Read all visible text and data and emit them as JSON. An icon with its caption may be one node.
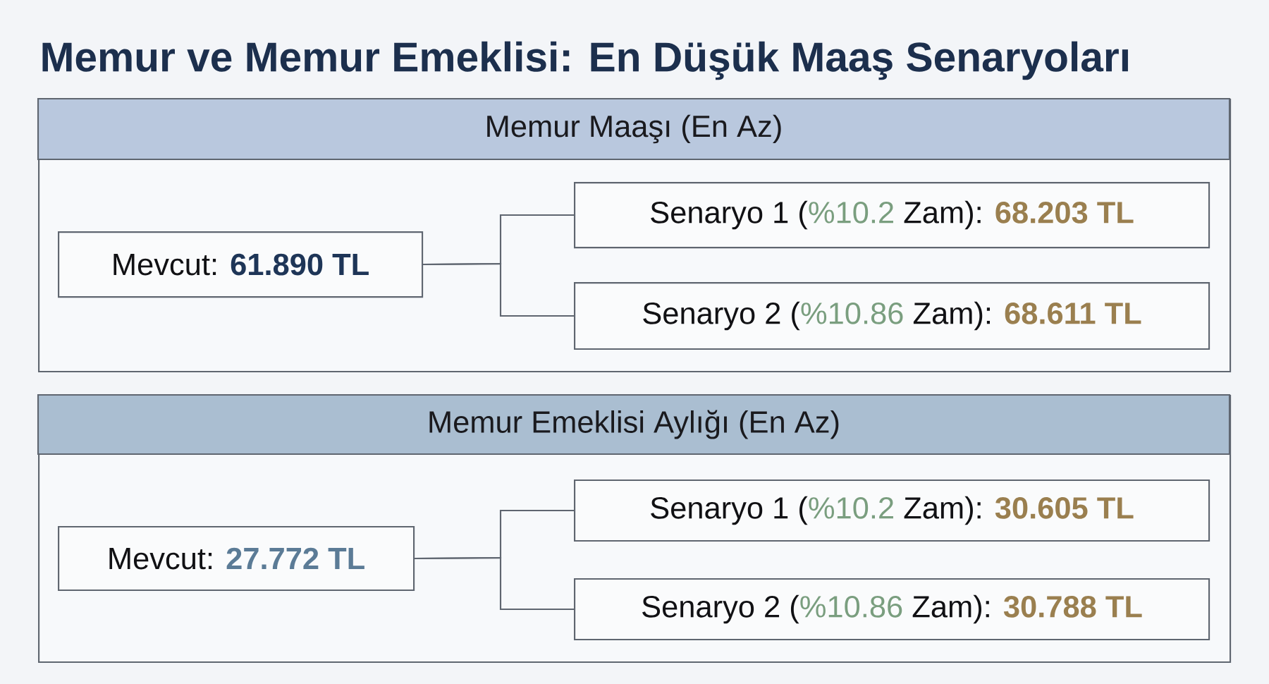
{
  "diagram": {
    "title": "Memur ve Memur Emeklisi: En Düşük Maaş Senaryoları",
    "nodes": [
      {
        "text": [
          "Memur Maaşı (En Az)"
        ]
      },
      {
        "text": [
          "Mevcut: **61.890 TL**"
        ],
        "in": 0
      },
      {
        "text": [
          "Senaryo 1 (%10.2 Zam): **68.203 TL**"
        ],
        "in": 0
      },
      {
        "text": [
          "Senaryo 2 (%10.86 Zam): **68.611 TL**"
        ],
        "in": 0
      },
      {
        "text": [
          "Memur Emeklisi Aylığı (En Az)"
        ]
      },
      {
        "text": [
          "Mevcut: **27.772 TL**"
        ],
        "in": 4
      },
      {
        "text": [
          "Senaryo 1 (%10.2 Zam): **30.605 TL**"
        ],
        "in": 4
      },
      {
        "text": [
          "Senaryo 2 (%10.86 Zam): **30.788 TL**"
        ],
        "in": 4
      }
    ],
    "edges": [
      {
        "from": 1,
        "to": 2,
        "arrow": "none"
      },
      {
        "from": 1,
        "to": 3,
        "arrow": "none"
      },
      {
        "from": 5,
        "to": 6,
        "arrow": "none"
      },
      {
        "from": 5,
        "to": 7,
        "arrow": "none"
      }
    ]
  }
}
